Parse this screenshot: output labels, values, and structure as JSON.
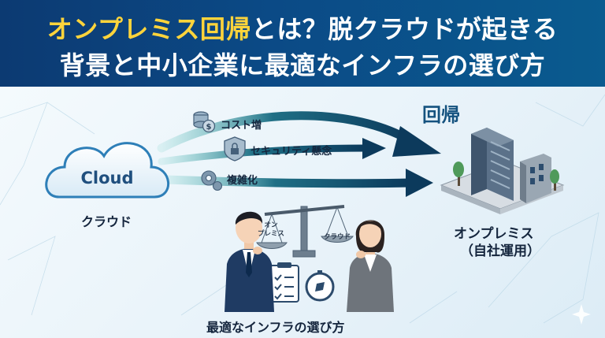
{
  "title": {
    "line1_highlight": "オンプレミス回帰",
    "line1_rest": "とは？脱クラウドが起きる",
    "line2": "背景と中小企業に最適なインフラの選び方"
  },
  "cloud": {
    "text": "Cloud",
    "label": "クラウド"
  },
  "reasons": [
    {
      "label": "コスト増",
      "icon": "coin-stack-icon"
    },
    {
      "label": "セキュリティ懸念",
      "icon": "shield-lock-icon"
    },
    {
      "label": "複雑化",
      "icon": "gear-icon"
    }
  ],
  "return_label": "回帰",
  "onprem": {
    "label": "オンプレミス",
    "sublabel": "（自社運用）"
  },
  "scale": {
    "left_label": "オン\nプレミス",
    "right_label": "クラウド"
  },
  "bottom_caption": "最適なインフラの選び方",
  "colors": {
    "banner": "#0c3a72",
    "highlight": "#ffd43b",
    "arrow": "#0c3a5c",
    "cloud": "#2e7fb8"
  }
}
